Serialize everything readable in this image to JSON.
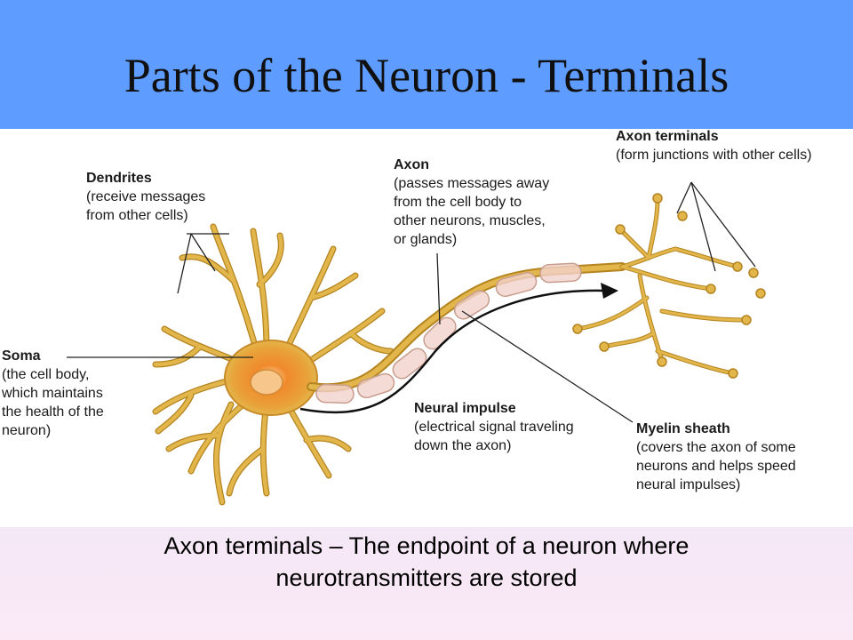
{
  "slide": {
    "title": "Parts of the Neuron - Terminals",
    "caption_line1": "Axon terminals – The endpoint of a neuron where",
    "caption_line2": "neurotransmitters are stored"
  },
  "labels": {
    "dendrites": {
      "heading": "Dendrites",
      "lines": [
        "(receive messages",
        "from other cells)"
      ]
    },
    "soma": {
      "heading": "Soma",
      "lines": [
        "(the cell body,",
        "which maintains",
        "the health of the",
        "neuron)"
      ]
    },
    "axon": {
      "heading": "Axon",
      "lines": [
        "(passes messages away",
        "from the cell body to",
        "other neurons, muscles,",
        "or glands)"
      ]
    },
    "axon_terminals": {
      "heading": "Axon terminals",
      "lines": [
        "(form junctions with other cells)"
      ]
    },
    "neural_impulse": {
      "heading": "Neural impulse",
      "lines": [
        "(electrical signal traveling",
        "down the axon)"
      ]
    },
    "myelin_sheath": {
      "heading": "Myelin sheath",
      "lines": [
        "(covers the axon of some",
        "neurons and helps speed",
        "neural impulses)"
      ]
    }
  },
  "colors": {
    "header": "#5e9cff",
    "neuron": "#e2b64a",
    "neuron_outline": "#b48420",
    "soma_core": "#e6601c",
    "myelin": "#f2d2cc"
  }
}
